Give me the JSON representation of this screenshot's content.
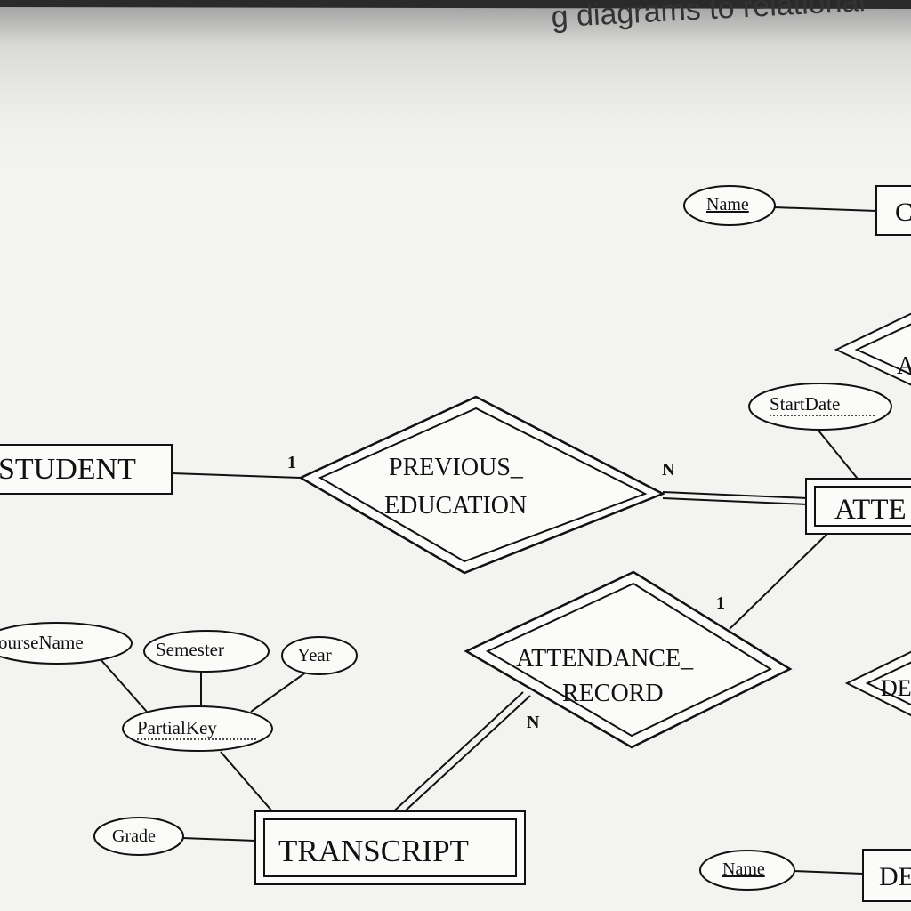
{
  "header": {
    "cut_text": "g diagrams to relational"
  },
  "entities": {
    "student": "STUDENT",
    "transcript": "TRANSCRIPT",
    "attendance_cut": "ATTE",
    "top_right_cut": "C",
    "bottom_right_cut": "DE"
  },
  "relationships": {
    "previous_education_line1": "PREVIOUS_",
    "previous_education_line2": "EDUCATION",
    "attendance_record_line1": "ATTENDANCE_",
    "attendance_record_line2": "RECORD",
    "right_mid_cut": "DE",
    "right_top_cut": "A"
  },
  "attributes": {
    "name_top": "Name",
    "start_date": "StartDate",
    "course_name": "CourseName",
    "semester": "Semester",
    "year": "Year",
    "partial_key": "PartialKey",
    "grade": "Grade",
    "name_bottom": "Name"
  },
  "cardinalities": {
    "student_prev_edu": "1",
    "prev_edu_attendance": "N",
    "attendance_record_top": "1",
    "attendance_record_bottom": "N"
  }
}
